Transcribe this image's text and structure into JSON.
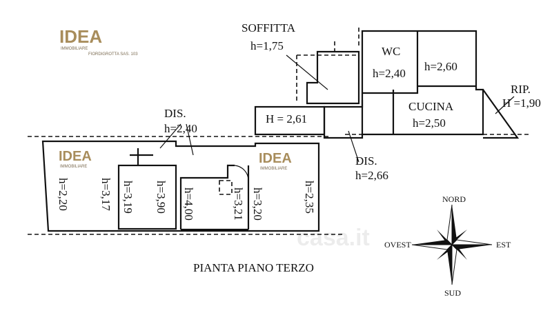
{
  "logo": {
    "brand": "IDEA",
    "sub": "IMMOBILIARE",
    "tagline": "FIORDIGROTTA SAS. 103"
  },
  "watermark": "casa.it",
  "title": "PIANTA PIANO TERZO",
  "rooms": {
    "soffitta": {
      "name": "SOFFITTA",
      "h": "h=1,75"
    },
    "wc": {
      "name": "WC",
      "h": "h=2,40"
    },
    "room_260": {
      "h": "h=2,60"
    },
    "cucina": {
      "name": "CUCINA",
      "h": "h=2,50"
    },
    "rip": {
      "name": "RIP.",
      "h": "H =1,90"
    },
    "dis_upper": {
      "name": "DIS.",
      "h": "h=2,40"
    },
    "room_261": {
      "h": "H = 2,61"
    },
    "dis_266": {
      "name": "DIS.",
      "h": "h=2,66"
    },
    "vertical": [
      "h=2,20",
      "h=3,17",
      "h=3,19",
      "h=3,90",
      "h=4,00",
      "h=3,21",
      "h=3,20",
      "h=2,35"
    ]
  },
  "compass": {
    "north": "NORD",
    "south": "SUD",
    "east": "EST",
    "west": "OVEST"
  },
  "colors": {
    "logo": "#a88d5c",
    "ink": "#111111"
  }
}
